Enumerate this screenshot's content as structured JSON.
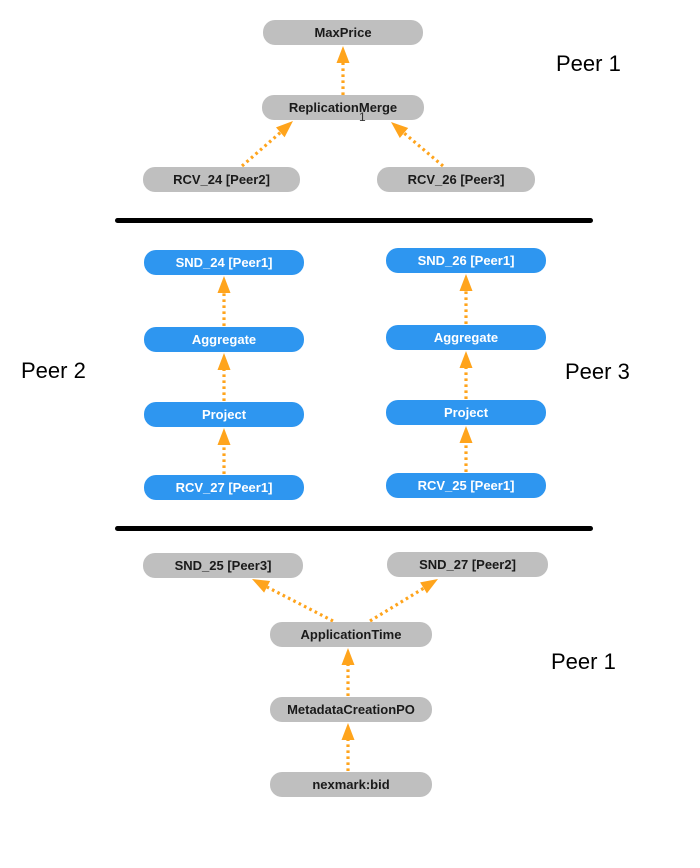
{
  "diagram_type": "distributed-query-plan",
  "peer_labels": {
    "top": "Peer 1",
    "middle_left": "Peer 2",
    "middle_right": "Peer 3",
    "bottom": "Peer 1"
  },
  "nodes": {
    "max_price": "MaxPrice",
    "replication_merge": "ReplicationMerge",
    "rcv_24": "RCV_24 [Peer2]",
    "rcv_26": "RCV_26 [Peer3]",
    "snd_24": "SND_24 [Peer1]",
    "aggregate_p2": "Aggregate",
    "project_p2": "Project",
    "rcv_27": "RCV_27 [Peer1]",
    "snd_26": "SND_26 [Peer1]",
    "aggregate_p3": "Aggregate",
    "project_p3": "Project",
    "rcv_25": "RCV_25 [Peer1]",
    "snd_25": "SND_25 [Peer3]",
    "snd_27": "SND_27 [Peer2]",
    "application_time": "ApplicationTime",
    "metadata_creation_po": "MetadataCreationPO",
    "nexmark_bid": "nexmark:bid"
  },
  "edge_annotation": "1",
  "edges": [
    {
      "from": "replication_merge",
      "to": "max_price"
    },
    {
      "from": "rcv_24",
      "to": "replication_merge"
    },
    {
      "from": "rcv_26",
      "to": "replication_merge"
    },
    {
      "from": "rcv_27",
      "to": "project_p2"
    },
    {
      "from": "project_p2",
      "to": "aggregate_p2"
    },
    {
      "from": "aggregate_p2",
      "to": "snd_24"
    },
    {
      "from": "rcv_25",
      "to": "project_p3"
    },
    {
      "from": "project_p3",
      "to": "aggregate_p3"
    },
    {
      "from": "aggregate_p3",
      "to": "snd_26"
    },
    {
      "from": "application_time",
      "to": "snd_25"
    },
    {
      "from": "application_time",
      "to": "snd_27"
    },
    {
      "from": "metadata_creation_po",
      "to": "application_time"
    },
    {
      "from": "nexmark_bid",
      "to": "metadata_creation_po"
    }
  ],
  "colors": {
    "local_node_fill": "#bfbfbf",
    "remote_node_fill": "#2e96f0",
    "local_node_text": "#1a1a1a",
    "remote_node_text": "#ffffff",
    "arrow": "#ffa41c",
    "divider": "#000000",
    "background": "#ffffff"
  }
}
